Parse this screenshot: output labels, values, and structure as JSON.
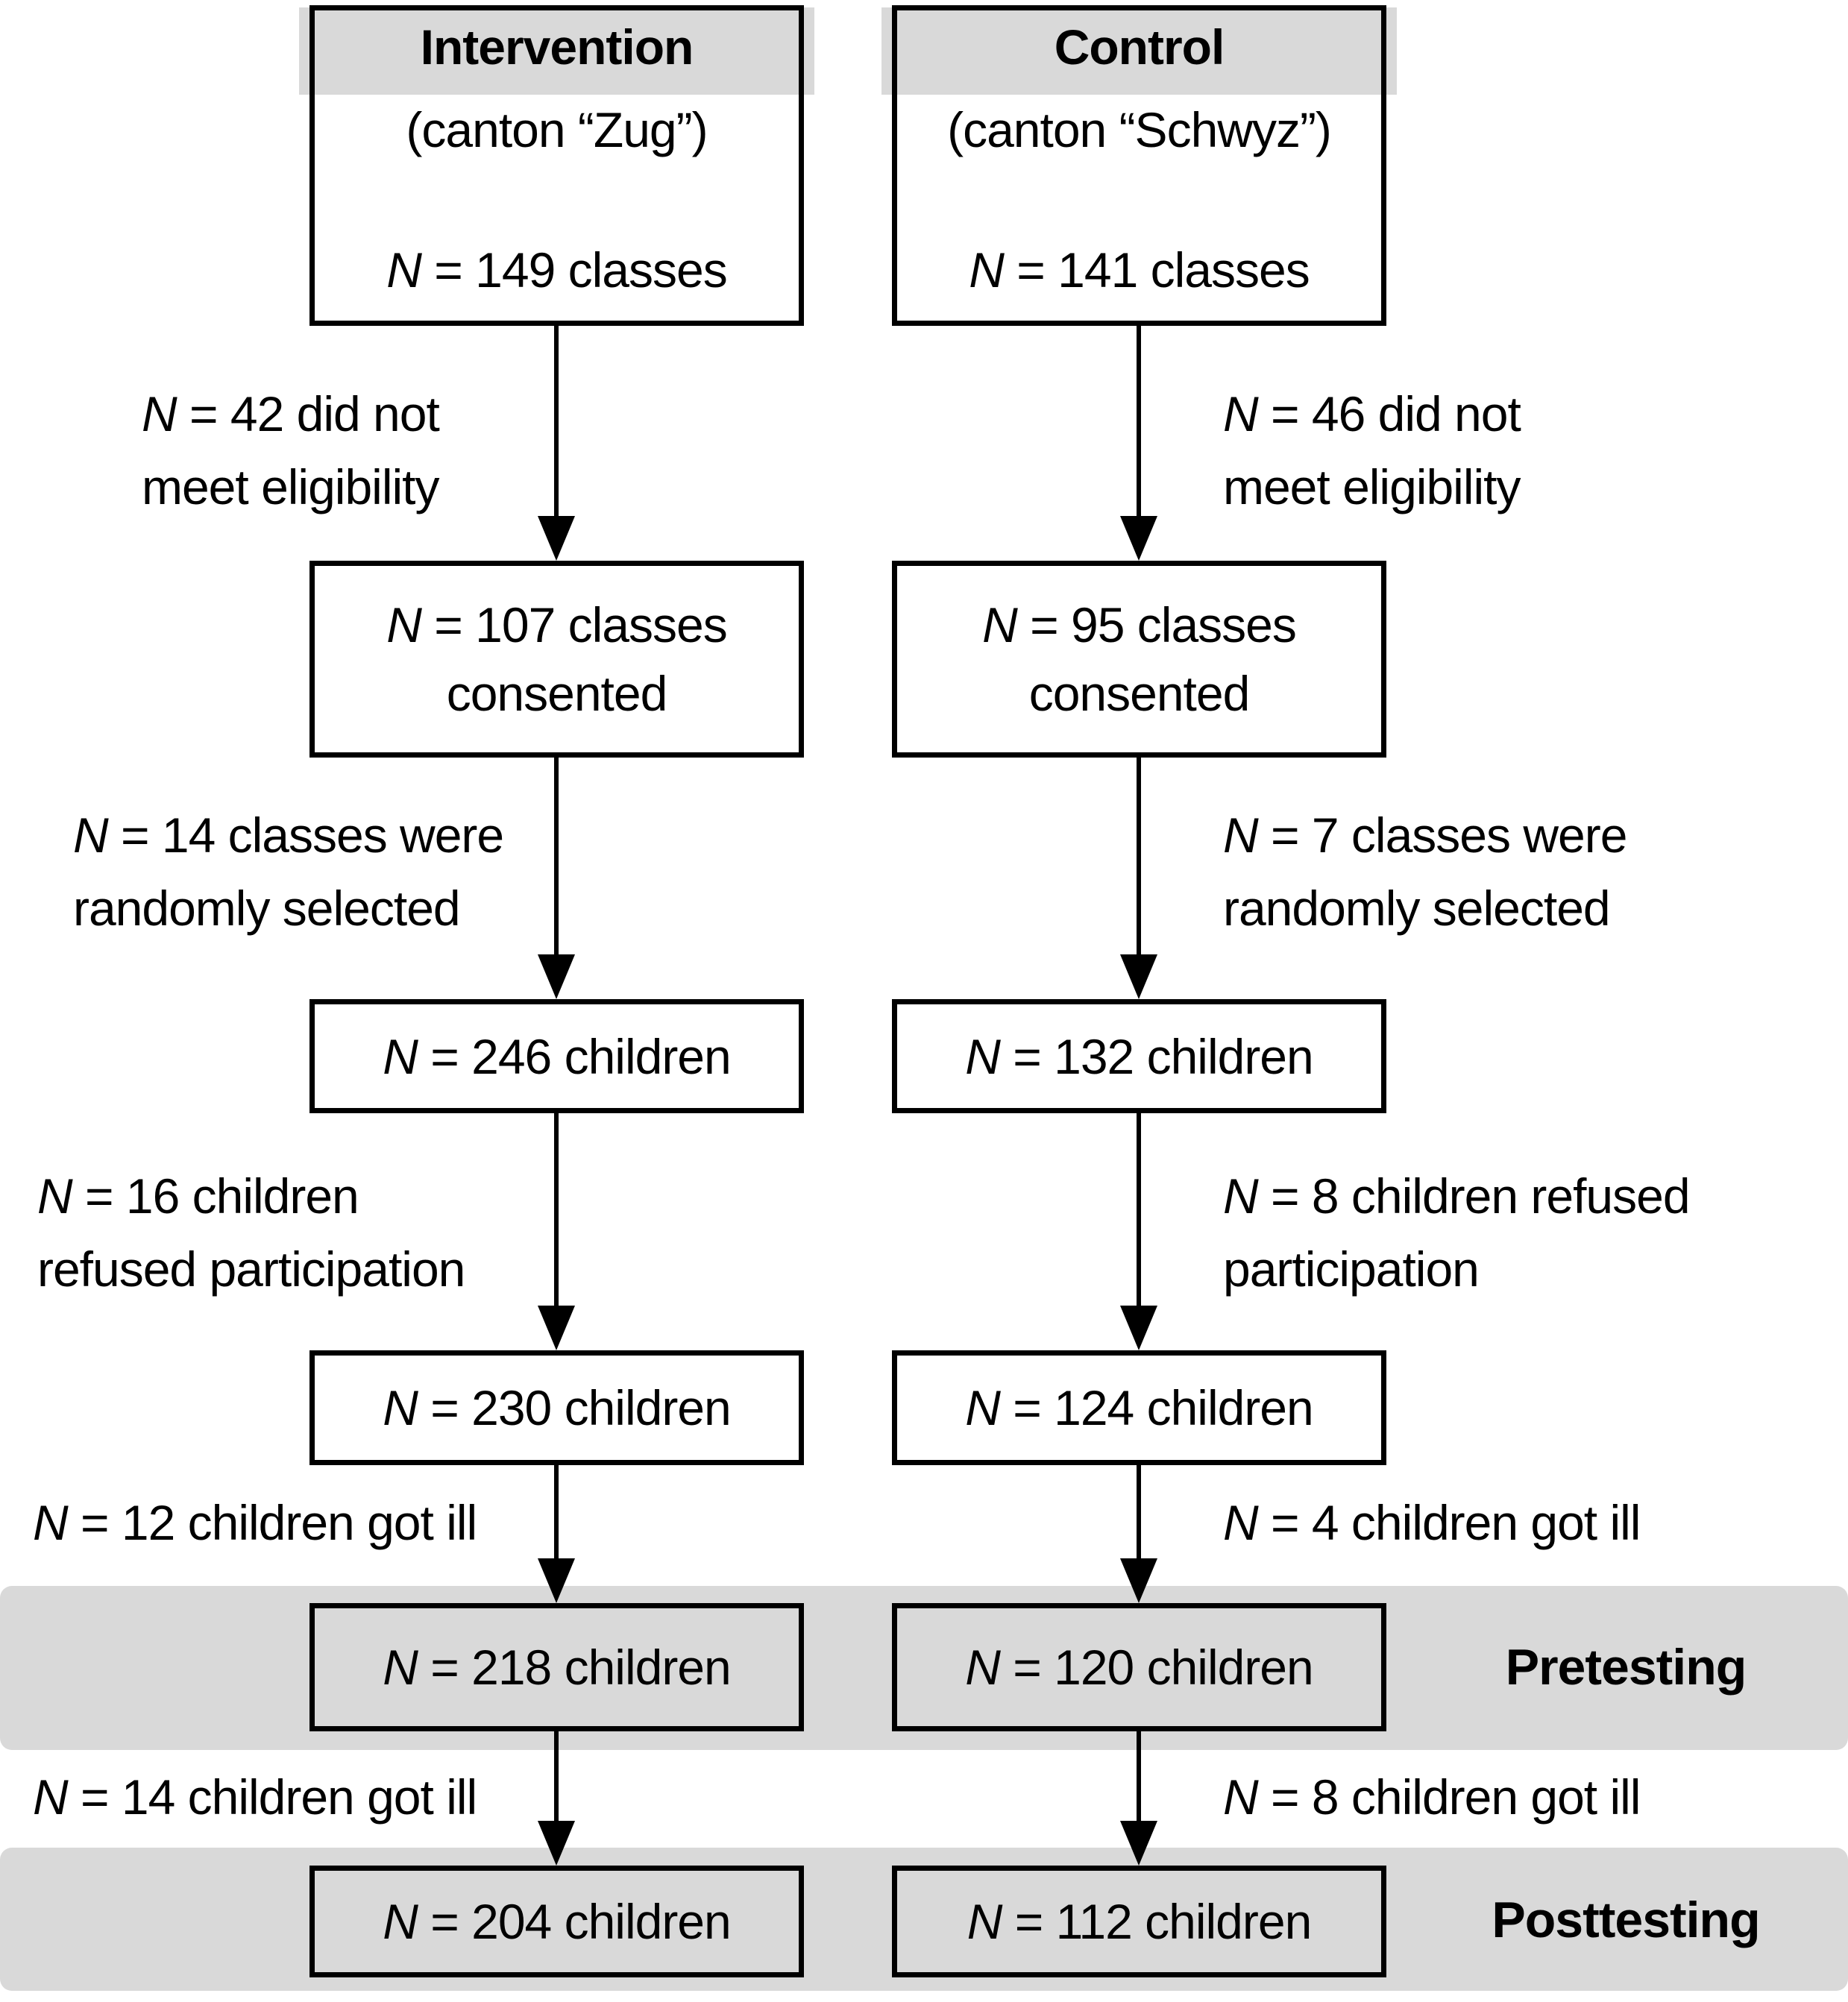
{
  "diagram": {
    "colors": {
      "band": "#d9d9d9",
      "ink": "#000000",
      "background": "#ffffff"
    },
    "columns": [
      {
        "name": "intervention",
        "header": {
          "title": "Intervention",
          "subtitle": "(canton “Zug”)",
          "count": "N = 149 classes"
        },
        "boxes": {
          "consented": {
            "line1": "N = 107 classes",
            "line2": "consented"
          },
          "selected": "N = 246 children",
          "participating": "N = 230 children",
          "pretest": "N = 218 children",
          "posttest": "N = 204 children"
        },
        "labels": {
          "eligibility": [
            "N = 42 did not",
            "meet eligibility"
          ],
          "random": [
            "N = 14 classes were",
            "randomly selected"
          ],
          "refused": [
            "N = 16 children",
            "refused participation"
          ],
          "ill_pre": "N = 12 children got ill",
          "ill_post": "N = 14 children got ill"
        }
      },
      {
        "name": "control",
        "header": {
          "title": "Control",
          "subtitle": "(canton “Schwyz”)",
          "count": "N = 141 classes"
        },
        "boxes": {
          "consented": {
            "line1": "N = 95 classes",
            "line2": "consented"
          },
          "selected": "N = 132 children",
          "participating": "N = 124 children",
          "pretest": "N = 120 children",
          "posttest": "N = 112 children"
        },
        "labels": {
          "eligibility": [
            "N = 46 did not",
            "meet eligibility"
          ],
          "random": [
            "N = 7 classes were",
            "randomly selected"
          ],
          "refused": [
            "N = 8 children refused",
            "participation"
          ],
          "ill_pre": "N = 4 children got ill",
          "ill_post": "N = 8 children got ill"
        }
      }
    ],
    "stage_labels": {
      "pretest": "Pretesting",
      "posttest": "Posttesting"
    }
  }
}
